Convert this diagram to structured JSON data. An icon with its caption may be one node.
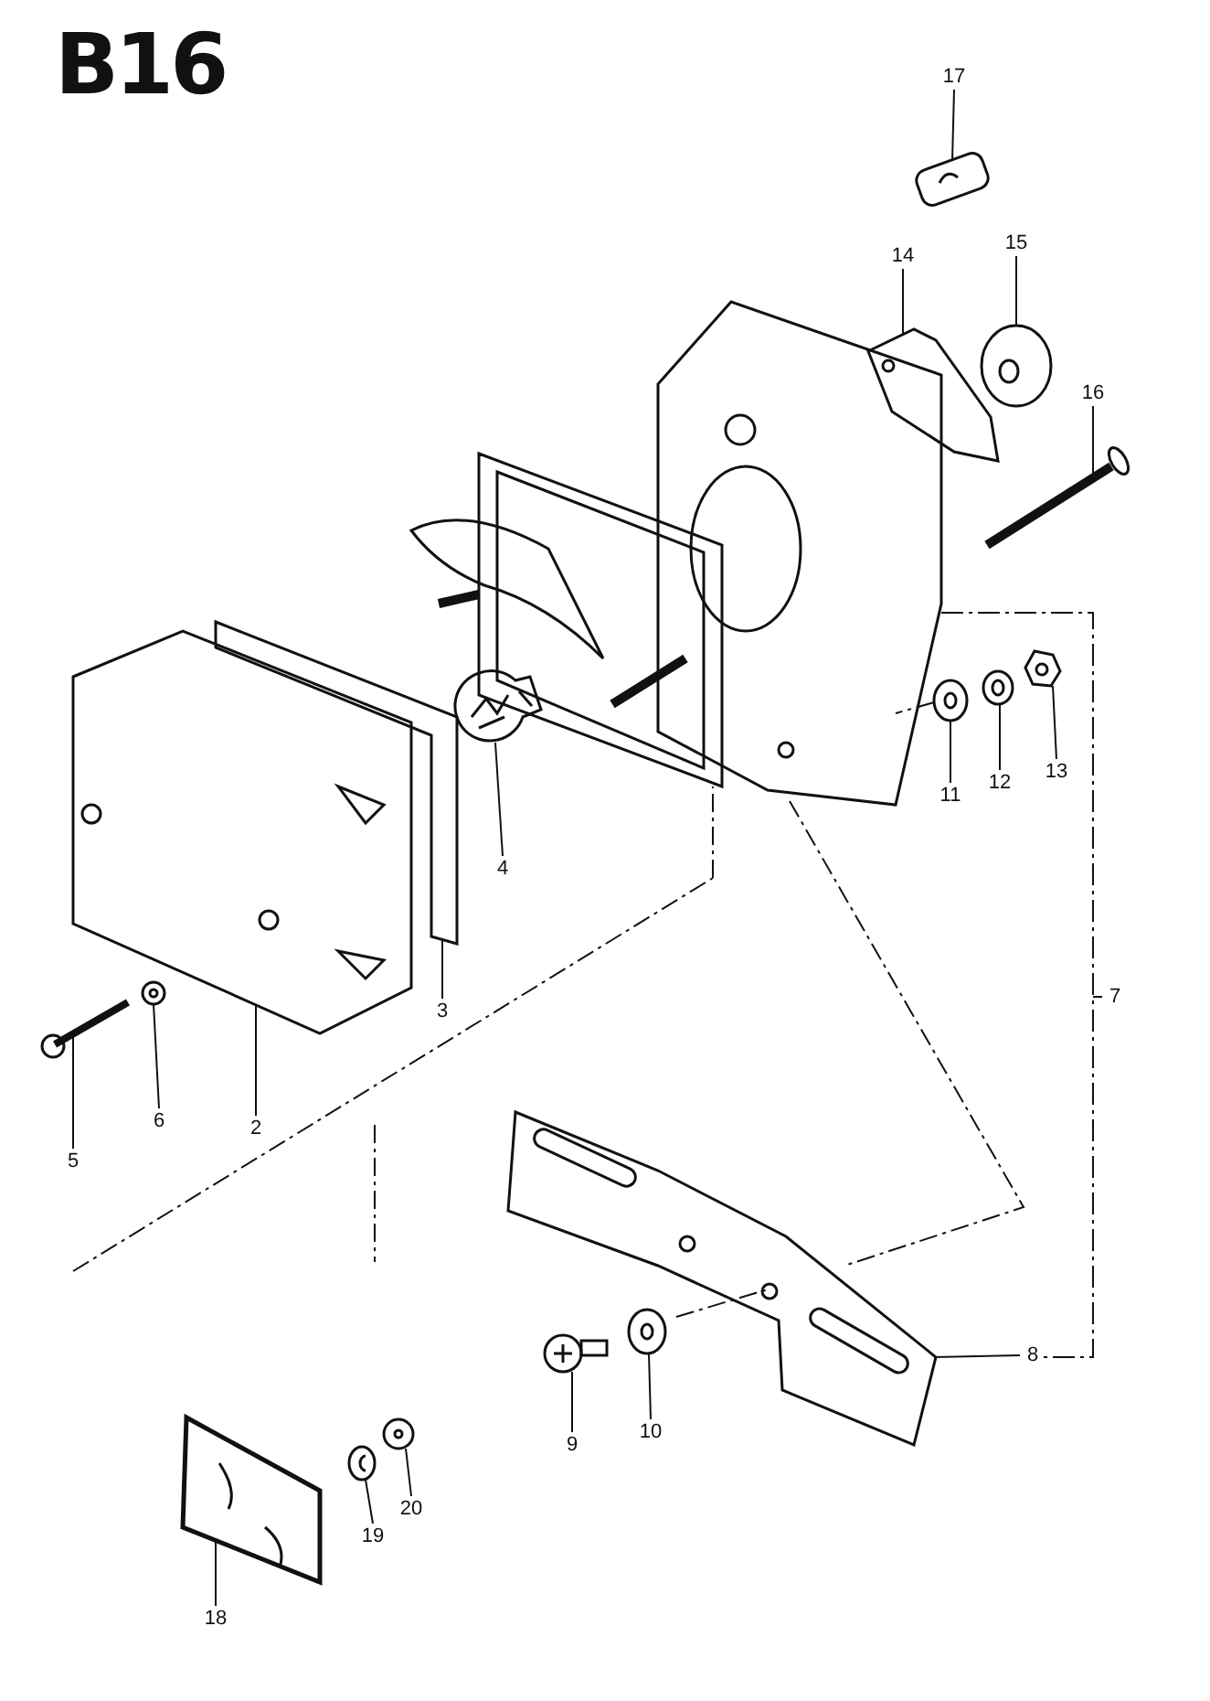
{
  "diagram": {
    "title": "B16",
    "nodes": [
      {
        "text": [
          "17"
        ]
      },
      {
        "text": [
          "14"
        ]
      },
      {
        "text": [
          "15"
        ]
      },
      {
        "text": [
          "16"
        ]
      },
      {
        "text": [
          "11"
        ]
      },
      {
        "text": [
          "12"
        ]
      },
      {
        "text": [
          "13"
        ]
      },
      {
        "text": [
          "4"
        ]
      },
      {
        "text": [
          "3"
        ]
      },
      {
        "text": [
          "6"
        ]
      },
      {
        "text": [
          "2"
        ]
      },
      {
        "text": [
          "5"
        ]
      },
      {
        "text": [
          "8"
        ]
      },
      {
        "text": [
          "9"
        ]
      },
      {
        "text": [
          "10"
        ]
      },
      {
        "text": [
          "19"
        ]
      },
      {
        "text": [
          "20"
        ]
      },
      {
        "text": [
          "18"
        ]
      },
      {
        "text": [],
        "shape": "picture"
      },
      {
        "text": [],
        "shape": "picture"
      },
      {
        "text": [],
        "shape": "picture"
      },
      {
        "text": [],
        "shape": "picture"
      },
      {
        "text": [],
        "shape": "picture"
      },
      {
        "text": [],
        "shape": "picture"
      },
      {
        "text": [],
        "shape": "picture"
      },
      {
        "text": [],
        "shape": "picture"
      },
      {
        "text": [],
        "shape": "picture"
      },
      {
        "text": [],
        "shape": "picture"
      },
      {
        "text": [],
        "shape": "picture"
      },
      {
        "text": [],
        "shape": "picture"
      },
      {
        "text": [],
        "shape": "picture"
      },
      {
        "text": [],
        "shape": "picture"
      },
      {
        "text": [],
        "shape": "picture"
      },
      {
        "text": [],
        "shape": "picture"
      },
      {
        "text": [],
        "shape": "picture"
      },
      {
        "text": [],
        "shape": "picture"
      },
      {
        "text": [],
        "shape": "picture"
      }
    ],
    "edges": [
      {
        "from": 0,
        "to": 18,
        "arrow": "none"
      },
      {
        "from": 1,
        "to": 19,
        "arrow": "none"
      },
      {
        "from": 2,
        "to": 20,
        "arrow": "none"
      },
      {
        "from": 3,
        "to": 21,
        "arrow": "none"
      },
      {
        "from": 4,
        "to": 22,
        "arrow": "none"
      },
      {
        "from": 5,
        "to": 23,
        "arrow": "none"
      },
      {
        "from": 6,
        "to": 24,
        "arrow": "none"
      },
      {
        "from": 7,
        "to": 25,
        "arrow": "none"
      },
      {
        "from": 8,
        "to": 26,
        "arrow": "none"
      },
      {
        "from": 9,
        "to": 27,
        "arrow": "none"
      },
      {
        "from": 10,
        "to": 28,
        "arrow": "none"
      },
      {
        "from": 11,
        "to": 29,
        "arrow": "none"
      },
      {
        "from": 12,
        "to": 30,
        "arrow": "none"
      },
      {
        "from": 13,
        "to": 31,
        "arrow": "none"
      },
      {
        "from": 14,
        "to": 32,
        "arrow": "none"
      },
      {
        "from": 15,
        "to": 33,
        "arrow": "none"
      },
      {
        "from": 16,
        "to": 34,
        "arrow": "none"
      },
      {
        "from": 17,
        "to": 35,
        "arrow": "none"
      },
      {
        "from": 36,
        "to": 30,
        "arrow": "none",
        "style": "dashed"
      },
      {
        "from": 22,
        "to": 36,
        "arrow": "none",
        "style": "dashed"
      }
    ],
    "labels": [
      "7"
    ]
  }
}
